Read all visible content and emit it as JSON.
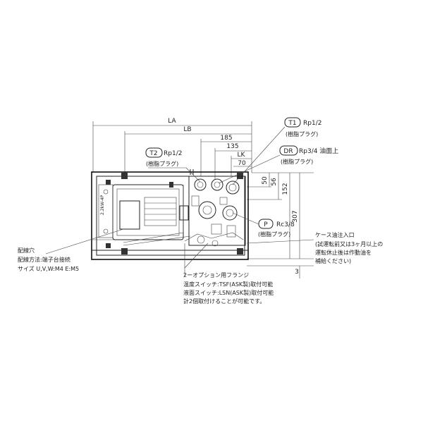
{
  "dimensions": {
    "LA": "LA",
    "LB": "LB",
    "d185": "185",
    "d135": "135",
    "LK": "LK",
    "d70": "70",
    "d50": "50",
    "d56": "56",
    "d152": "152",
    "d307": "307",
    "d3": "3"
  },
  "ports": {
    "T1": {
      "tag": "T1",
      "size": "Rp1/2",
      "note": "(樹脂プラグ)"
    },
    "T2": {
      "tag": "T2",
      "size": "Rp1/2",
      "note": "(樹脂プラグ)"
    },
    "DR": {
      "tag": "DR",
      "size": "Rp3/4 油面上",
      "note": "(樹脂プラグ)"
    },
    "P": {
      "tag": "P",
      "size": "Rc3/8",
      "note": "(樹脂プラグ)"
    }
  },
  "case_oil": {
    "title": "ケース油注入口",
    "lines": [
      "(試運転前又は3ヶ月以上の",
      "運転休止後は作動油を",
      "補給ください)"
    ]
  },
  "wiring": {
    "lines": [
      "配線穴",
      "配線方法:端子台接続",
      "サイズ U,V,W:M4 E:M5"
    ]
  },
  "flange": {
    "title": "2ーオプション用フランジ",
    "lines": [
      "温度スイッチ:TSF(ASK製)取付可能",
      "液面スイッチ:LSN(ASK製)取付可能",
      "計2個取付けることが可能です。"
    ]
  },
  "colors": {
    "line": "#222222",
    "bg": "#ffffff",
    "shade": "#d8d8d8"
  }
}
